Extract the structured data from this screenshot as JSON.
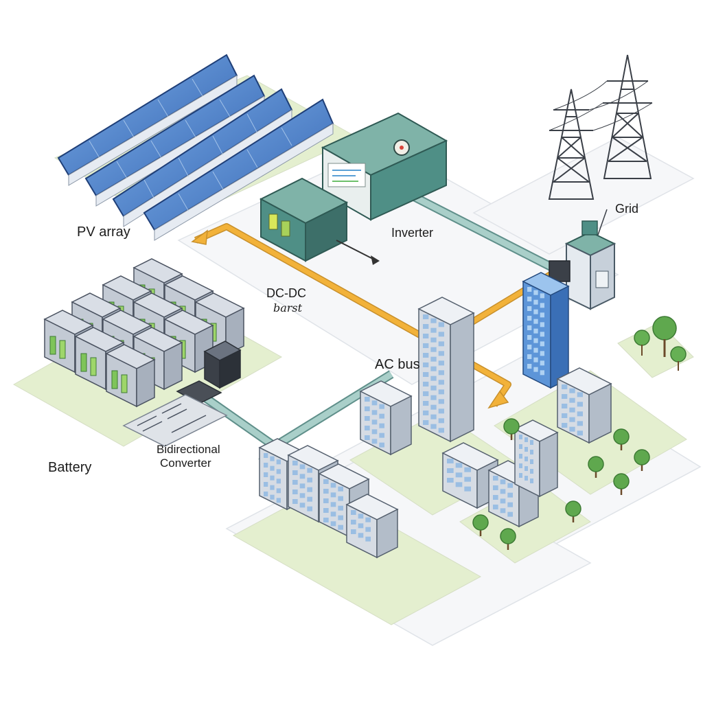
{
  "labels": {
    "pv_array": "PV array",
    "inverter": "Inverter",
    "grid": "Grid",
    "dcdc_line1": "DC-DC",
    "dcdc_line2": "barst",
    "ac_bus": "AC bus",
    "battery": "Battery",
    "bidirectional_line1": "Bidirectional",
    "bidirectional_line2": "Converter"
  },
  "colors": {
    "ac_bus": "#f2b23a",
    "dc_link": "#a9cfc9",
    "pad": "#e4efcf",
    "ground": "#f6f7f9",
    "equipment": "#4f8f86",
    "panel": "#3c6fbf"
  }
}
